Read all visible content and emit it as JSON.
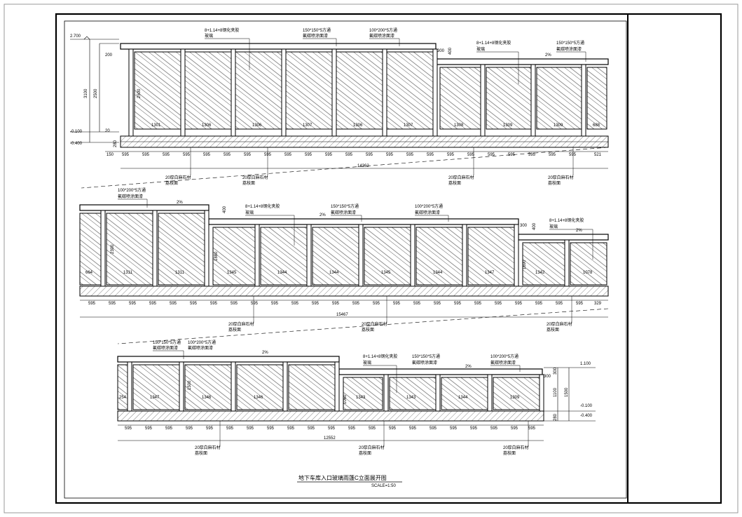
{
  "drawing": {
    "title": "地下车库入口玻璃雨篷C立面展开图",
    "scale": "SCALE=1:50"
  },
  "elevation_1": {
    "levels": {
      "top": "2.700",
      "mid": "-0.100",
      "bottom": "-0.400"
    },
    "vert_dims": [
      "3100",
      "2500",
      "200",
      "20",
      "280"
    ],
    "callouts": [
      {
        "line1": "8+1.14+8钢化夹胶",
        "line2": "玻璃"
      },
      {
        "line1": "150*150*5方通",
        "line2": "氟碳喷涂面漆"
      },
      {
        "line1": "100*200*5方通",
        "line2": "氟碳喷涂面漆"
      },
      {
        "line1": "8+1.14+8钢化夹胶",
        "line2": "玻璃"
      },
      {
        "line1": "150*150*5方通",
        "line2": "氟碳喷涂面漆"
      }
    ],
    "panel_labels": [
      "1301",
      "1306",
      "1306",
      "1307",
      "1306",
      "1307",
      "1308",
      "1309",
      "1309",
      "688"
    ],
    "bottom_dims": [
      "150",
      "595",
      "595",
      "595",
      "595",
      "595",
      "595",
      "595",
      "595",
      "595",
      "595",
      "595",
      "595",
      "595",
      "595",
      "595",
      "595",
      "595",
      "595",
      "595",
      "595",
      "595",
      "595",
      "595",
      "521"
    ],
    "total": "14362",
    "slope": "2%",
    "small_dims": [
      "300",
      "400",
      "2500"
    ],
    "stone_notes": [
      {
        "line1": "20厚白麻石材",
        "line2": "荔枝面"
      },
      {
        "line1": "20厚白麻石材",
        "line2": "荔枝面"
      },
      {
        "line1": "20厚白麻石材",
        "line2": "荔枝面"
      },
      {
        "line1": "20厚白麻石材",
        "line2": "荔枝面"
      }
    ]
  },
  "elevation_2": {
    "callouts": [
      {
        "line1": "100*200*5方通",
        "line2": "氟碳喷涂面漆"
      },
      {
        "line1": "8+1.14+8钢化夹胶",
        "line2": "玻璃"
      },
      {
        "line1": "150*150*5方通",
        "line2": "氟碳喷涂面漆"
      },
      {
        "line1": "100*200*5方通",
        "line2": "氟碳喷涂面漆"
      },
      {
        "line1": "8+1.14+8钢化夹胶",
        "line2": "玻璃"
      }
    ],
    "panel_labels": [
      "664",
      "1311",
      "1311",
      "1345",
      "1344",
      "1344",
      "1345",
      "1344",
      "1347",
      "1342",
      "1078"
    ],
    "bottom_dims": [
      "595",
      "595",
      "595",
      "595",
      "595",
      "595",
      "595",
      "595",
      "595",
      "595",
      "595",
      "595",
      "595",
      "595",
      "595",
      "595",
      "595",
      "595",
      "595",
      "595",
      "595",
      "595",
      "595",
      "595",
      "595",
      "329"
    ],
    "total": "15467",
    "slope": "2%",
    "small_dims": [
      "400",
      "300",
      "400",
      "2300",
      "1880",
      "1690"
    ],
    "stone_notes": [
      {
        "line1": "20厚白麻石材",
        "line2": "荔枝面"
      },
      {
        "line1": "20厚白麻石材",
        "line2": "荔枝面"
      },
      {
        "line1": "20厚白麻石材",
        "line2": "荔枝面"
      }
    ]
  },
  "elevation_3": {
    "levels": {
      "top": "1.100",
      "mid": "-0.100",
      "bottom": "-0.400"
    },
    "vert_dims": [
      "300",
      "1100",
      "1500",
      "280"
    ],
    "callouts": [
      {
        "line1": "150*150*5方通",
        "line2": "氟碳喷涂面漆"
      },
      {
        "line1": "100*200*5方通",
        "line2": "氟碳喷涂面漆"
      },
      {
        "line1": "8+1.14+8钢化夹胶",
        "line2": "玻璃"
      },
      {
        "line1": "150*150*5方通",
        "line2": "氟碳喷涂面漆"
      },
      {
        "line1": "100*200*5方通",
        "line2": "氟碳喷涂面漆"
      }
    ],
    "panel_labels": [
      "254",
      "1347",
      "1346",
      "1346",
      "1343",
      "1343",
      "1344",
      "1309"
    ],
    "bottom_dims": [
      "595",
      "595",
      "595",
      "595",
      "595",
      "595",
      "595",
      "595",
      "595",
      "595",
      "595",
      "595",
      "595",
      "595",
      "595",
      "595",
      "595",
      "595",
      "595",
      "595",
      "595"
    ],
    "total": "12552",
    "slope": "2%",
    "small_dims": [
      "1500",
      "1060",
      "300"
    ],
    "stone_notes": [
      {
        "line1": "20厚白麻石材",
        "line2": "荔枝面"
      },
      {
        "line1": "20厚白麻石材",
        "line2": "荔枝面"
      },
      {
        "line1": "20厚白麻石材",
        "line2": "荔枝面"
      }
    ]
  }
}
